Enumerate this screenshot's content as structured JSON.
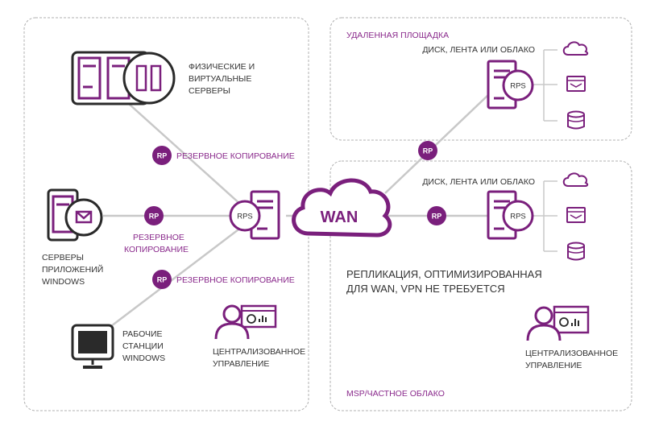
{
  "colors": {
    "accent": "#7a1f7c",
    "line": "#c8c8c8",
    "border": "#b0b0b0",
    "icon_stroke": "#2a2a2a"
  },
  "left_panel": {
    "servers_label": [
      "ФИЗИЧЕСКИЕ И",
      "ВИРТУАЛЬНЫЕ",
      "СЕРВЕРЫ"
    ],
    "app_servers_label": [
      "СЕРВЕРЫ",
      "ПРИЛОЖЕНИЙ",
      "WINDOWS"
    ],
    "workstations_label": [
      "РАБОЧИЕ",
      "СТАНЦИИ",
      "WINDOWS"
    ],
    "backup_top": "РЕЗЕРВНОЕ КОПИРОВАНИЕ",
    "backup_mid": [
      "РЕЗЕРВНОЕ",
      "КОПИРОВАНИЕ"
    ],
    "backup_bottom": "РЕЗЕРВНОЕ КОПИРОВАНИЕ",
    "management_label": [
      "ЦЕНТРАЛИЗОВАННОЕ",
      "УПРАВЛЕНИЕ"
    ],
    "rp_badge": "RP",
    "rps_label": "RPS"
  },
  "wan_label": "WAN",
  "remote_site": {
    "title": "УДАЛЕННАЯ ПЛОЩАДКА",
    "storage_label": "ДИСК, ЛЕНТА ИЛИ ОБЛАКО",
    "rps_label": "RPS"
  },
  "msp": {
    "storage_label": "ДИСК, ЛЕНТА ИЛИ ОБЛАКО",
    "replication": [
      "РЕПЛИКАЦИЯ, ОПТИМИЗИРОВАННАЯ",
      "ДЛЯ WAN, VPN НЕ ТРЕБУЕТСЯ"
    ],
    "management_label": [
      "ЦЕНТРАЛИЗОВАННОЕ",
      "УПРАВЛЕНИЕ"
    ],
    "footer": "MSP/ЧАСТНОЕ ОБЛАКО",
    "rps_label": "RPS",
    "rp_badge": "RP"
  },
  "link_rp_badge": "RP"
}
